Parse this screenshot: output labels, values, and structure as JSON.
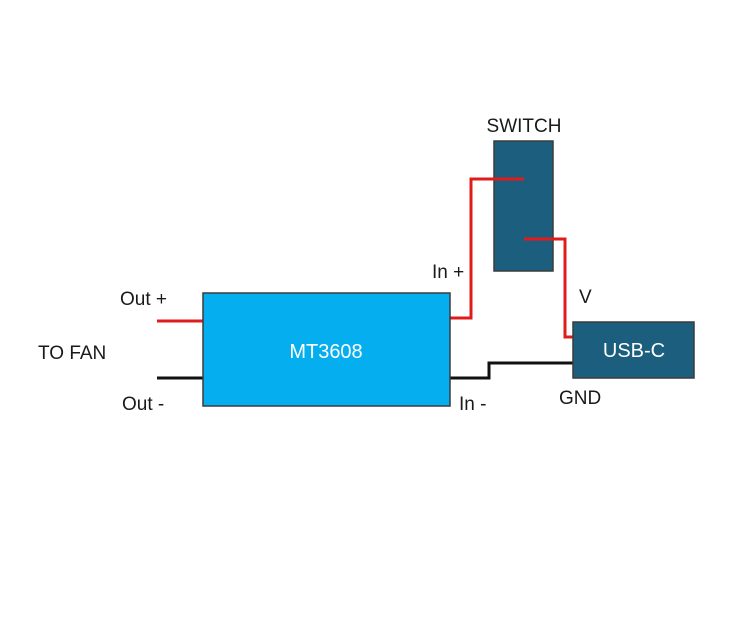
{
  "labels": {
    "switch": "SWITCH",
    "in_plus": "In +",
    "out_plus": "Out +",
    "v": "V",
    "to_fan": "TO FAN",
    "out_minus": "Out -",
    "in_minus": "In -",
    "gnd": "GND"
  },
  "boxes": {
    "converter": "MT3608",
    "usb": "USB-C"
  },
  "colors": {
    "converter_fill": "#05aeee",
    "converter_stroke": "#3b3b3b",
    "switch_fill": "#1b5e7e",
    "switch_stroke": "#3b3b3b",
    "usb_fill": "#1b5e7e",
    "usb_stroke": "#3b3b3b",
    "wire_positive": "#e01b1b",
    "wire_ground": "#111111"
  }
}
